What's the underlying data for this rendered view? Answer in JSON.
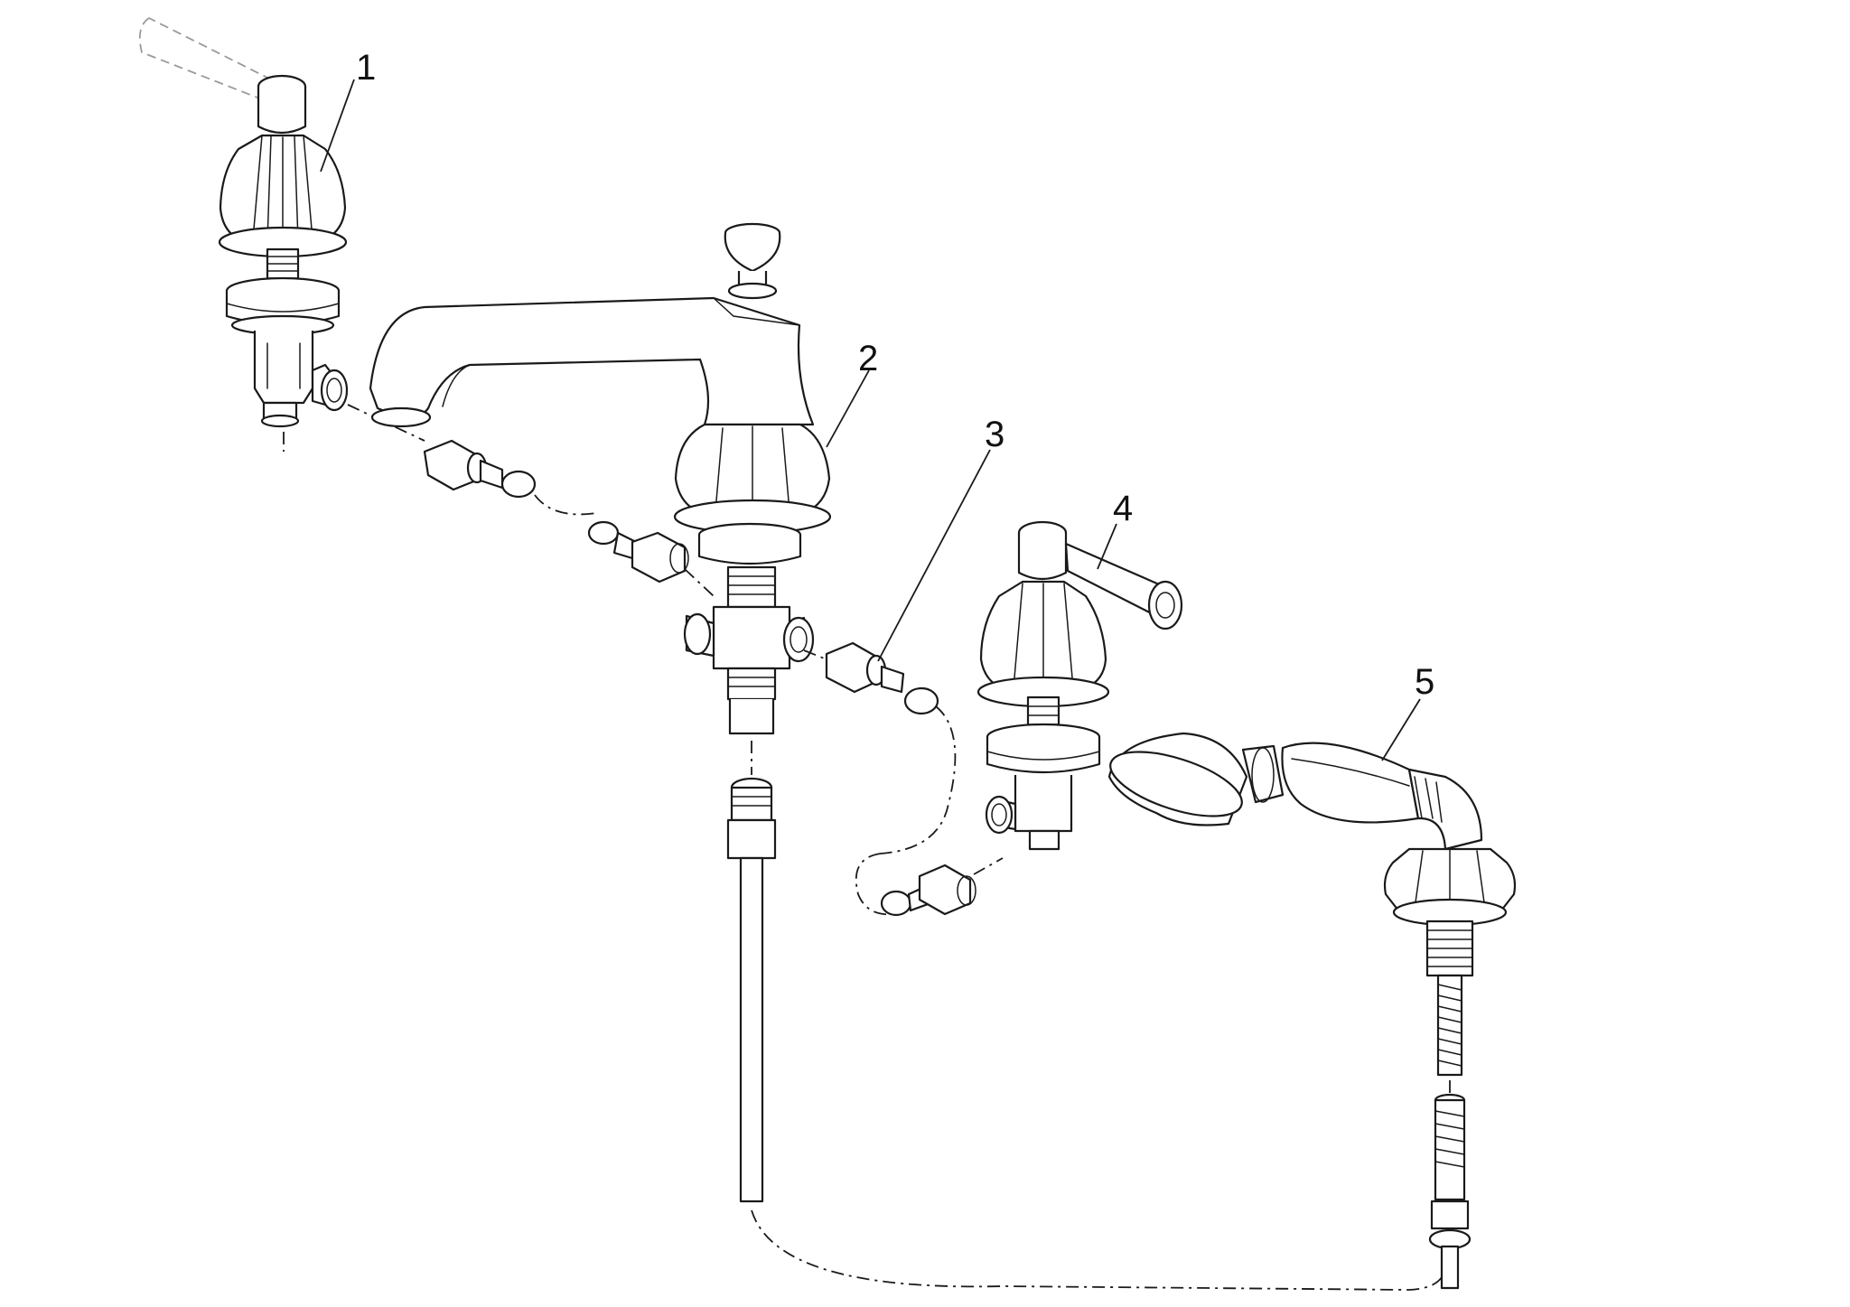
{
  "callouts": [
    {
      "id": "1",
      "label": "1"
    },
    {
      "id": "2",
      "label": "2"
    },
    {
      "id": "3",
      "label": "3"
    },
    {
      "id": "4",
      "label": "4"
    },
    {
      "id": "5",
      "label": "5"
    }
  ],
  "colors": {
    "line": "#1a1a1a",
    "background": "#ffffff",
    "ghost": "#9a9a9a"
  }
}
